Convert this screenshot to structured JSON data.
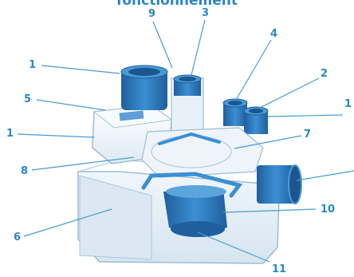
{
  "title": "fonctionnement",
  "colors": {
    "label": "#2a86c8",
    "leader": "#4a9ad6",
    "body_fill": "#e4eef6",
    "body_stroke": "#9cbdd6",
    "pipe_blue": "#2f7fc4",
    "pipe_light": "#bcd5e8"
  },
  "callouts": [
    {
      "label": "1"
    },
    {
      "label": "9"
    },
    {
      "label": "3"
    },
    {
      "label": "4"
    },
    {
      "label": "2"
    },
    {
      "label": "1"
    },
    {
      "label": "5"
    },
    {
      "label": "1"
    },
    {
      "label": "7"
    },
    {
      "label": "8"
    },
    {
      "label": "6"
    },
    {
      "label": "10"
    },
    {
      "label": "11"
    }
  ]
}
